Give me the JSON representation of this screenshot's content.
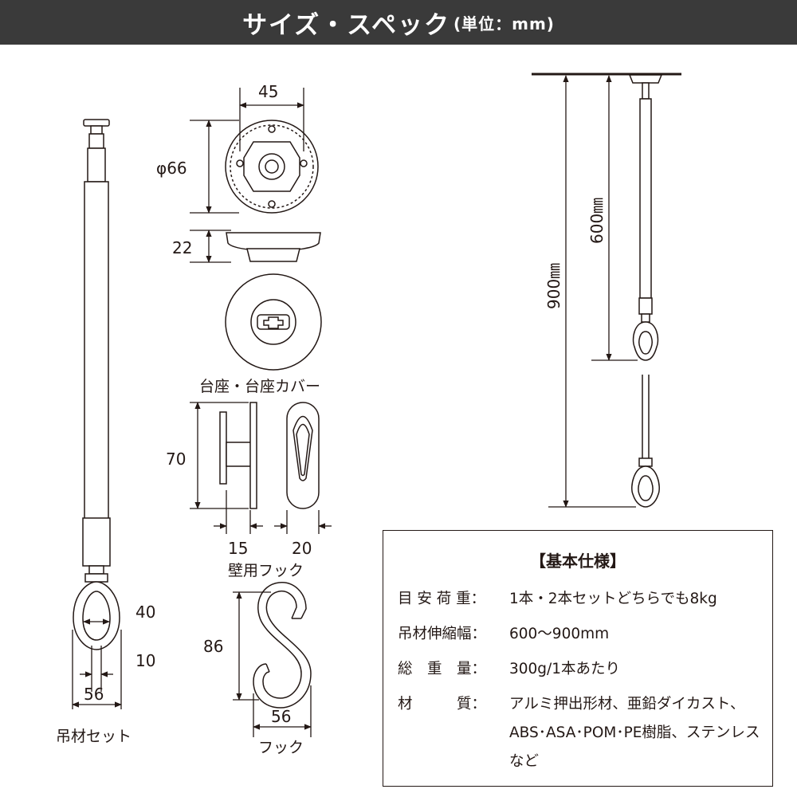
{
  "header": {
    "title": "サイズ・スペック",
    "unit": "(単位：mm)"
  },
  "dims": {
    "base_width": "45",
    "base_diameter": "φ66",
    "base_height": "22",
    "base_caption": "台座・台座カバー",
    "wall_hook_height": "70",
    "wall_hook_depth": "15",
    "wall_hook_width": "20",
    "wall_hook_caption": "壁用フック",
    "hanger_inner": "40",
    "hanger_gap": "10",
    "hanger_width": "56",
    "hanger_caption": "吊材セット",
    "s_hook_height": "86",
    "s_hook_width": "56",
    "s_hook_caption": "フック",
    "min_length": "600㎜",
    "max_length": "900㎜"
  },
  "spec": {
    "title": "【基本仕様】",
    "rows": [
      {
        "label": "目 安 荷 重：",
        "value": "1本・2本セットどちらでも8kg"
      },
      {
        "label": "吊材伸縮幅：",
        "value": "600〜900mm"
      },
      {
        "label": "総　重　量：",
        "value": "300g/1本あたり"
      },
      {
        "label": "材　　　質：",
        "value": "アルミ押出形材、亜鉛ダイカスト、ABS･ASA･POM･PE樹脂、ステンレスなど"
      }
    ]
  }
}
